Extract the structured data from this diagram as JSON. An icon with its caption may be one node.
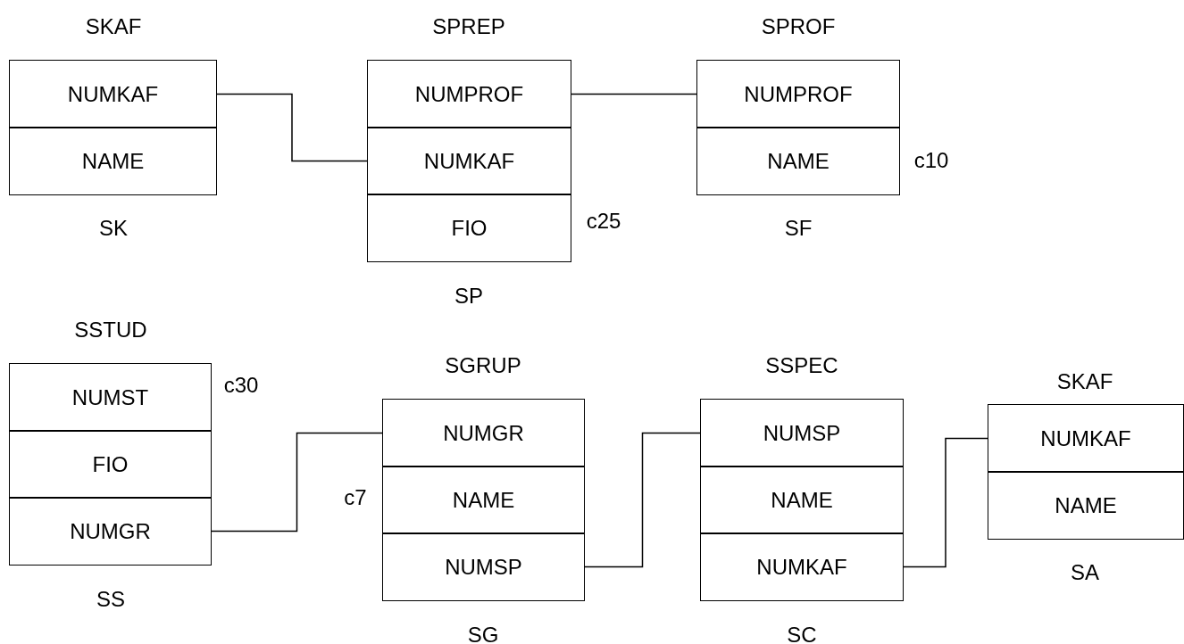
{
  "diagram": {
    "nodes": [
      {
        "text": [
          "SKAF"
        ],
        "beside": [
          "SK"
        ]
      },
      {
        "text": [
          "NUMKAF"
        ],
        "in": 0
      },
      {
        "text": [
          "NAME"
        ],
        "in": 0
      },
      {
        "text": [
          "SPREP"
        ],
        "beside": [
          "c25",
          "SP"
        ]
      },
      {
        "text": [
          "NUMPROF"
        ],
        "in": 3
      },
      {
        "text": [
          "NUMKAF"
        ],
        "in": 3
      },
      {
        "text": [
          "FIO"
        ],
        "in": 3
      },
      {
        "text": [
          "SPROF"
        ],
        "beside": [
          "c10",
          "SF"
        ]
      },
      {
        "text": [
          "NUMPROF"
        ],
        "in": 7
      },
      {
        "text": [
          "NAME"
        ],
        "in": 7
      },
      {
        "text": [
          "SSTUD"
        ],
        "beside": [
          "c30",
          "SS"
        ]
      },
      {
        "text": [
          "NUMST"
        ],
        "in": 10
      },
      {
        "text": [
          "FIO"
        ],
        "in": 10
      },
      {
        "text": [
          "NUMGR"
        ],
        "in": 10
      },
      {
        "text": [
          "SGRUP"
        ],
        "beside": [
          "c7",
          "SG"
        ]
      },
      {
        "text": [
          "NUMGR"
        ],
        "in": 14
      },
      {
        "text": [
          "NAME"
        ],
        "in": 14
      },
      {
        "text": [
          "NUMSP"
        ],
        "in": 14
      },
      {
        "text": [
          "SSPEC"
        ],
        "beside": [
          "SC"
        ]
      },
      {
        "text": [
          "NUMSP"
        ],
        "in": 18
      },
      {
        "text": [
          "NAME"
        ],
        "in": 18
      },
      {
        "text": [
          "NUMKAF"
        ],
        "in": 18
      },
      {
        "text": [
          "SKAF"
        ],
        "beside": [
          "SA"
        ]
      },
      {
        "text": [
          "NUMKAF"
        ],
        "in": 22
      },
      {
        "text": [
          "NAME"
        ],
        "in": 22
      }
    ],
    "edges": [
      {
        "from": 1,
        "to": 5,
        "arrow": "none"
      },
      {
        "from": 4,
        "to": 8,
        "arrow": "none"
      },
      {
        "from": 13,
        "to": 15,
        "arrow": "none"
      },
      {
        "from": 17,
        "to": 19,
        "arrow": "none"
      },
      {
        "from": 21,
        "to": 23,
        "arrow": "none"
      }
    ]
  }
}
